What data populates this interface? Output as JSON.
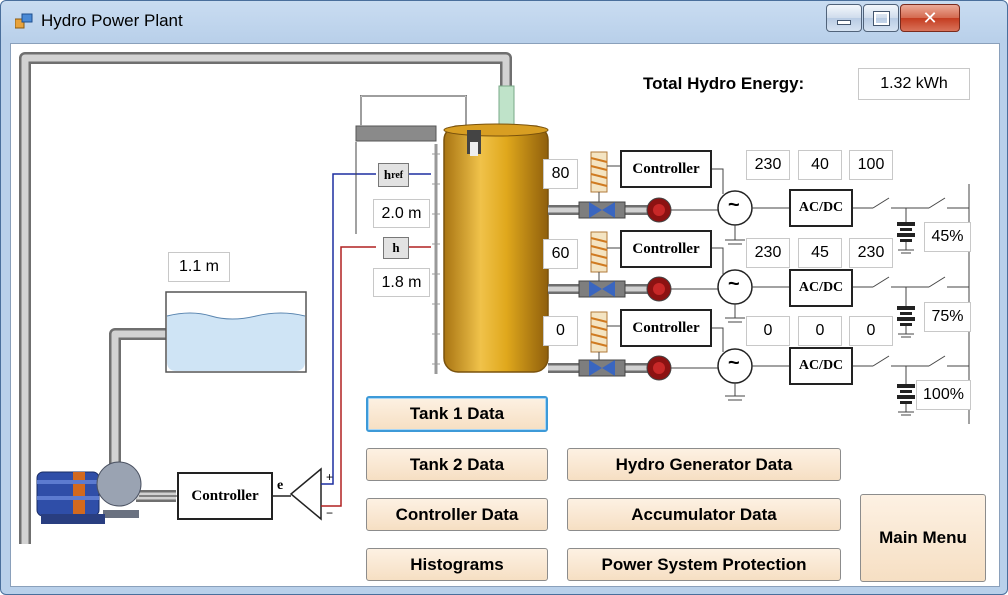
{
  "window": {
    "title": "Hydro Power Plant",
    "controls": [
      "minimize",
      "maximize",
      "close"
    ]
  },
  "energy": {
    "label": "Total Hydro Energy:",
    "value": "1.32 kWh"
  },
  "tank1": {
    "level": "1.1 m"
  },
  "tank2": {
    "href_label": "h",
    "href_sub": "ref",
    "href_value": "2.0 m",
    "h_label": "h",
    "h_value": "1.8 m"
  },
  "pump_controller": {
    "label": "Controller",
    "error_label": "e",
    "plus": "+",
    "minus": "−"
  },
  "turbines": [
    {
      "valve": "80",
      "controller": "Controller",
      "v1": "230",
      "v2": "40",
      "v3": "100",
      "converter": "AC/DC",
      "acc": "45%"
    },
    {
      "valve": "60",
      "controller": "Controller",
      "v1": "230",
      "v2": "45",
      "v3": "230",
      "converter": "AC/DC",
      "acc": "75%"
    },
    {
      "valve": "0",
      "controller": "Controller",
      "v1": "0",
      "v2": "0",
      "v3": "0",
      "converter": "AC/DC",
      "acc": "100%"
    }
  ],
  "generator_symbol": "~",
  "buttons": {
    "tank1": "Tank 1 Data",
    "tank2": "Tank 2 Data",
    "controller": "Controller Data",
    "histograms": "Histograms",
    "generator": "Hydro Generator Data",
    "accumulator": "Accumulator Data",
    "protection": "Power System Protection",
    "main_menu": "Main Menu"
  },
  "colors": {
    "tank2_fill": "#e0a81c",
    "water": "#cfe4f5",
    "pipe": "#b5b5b5",
    "signal_blue": "#1d2fa0",
    "signal_red": "#b02020",
    "button_bg": "#f8e4cc",
    "focus_border": "#3d9ad8",
    "lamp": "#b01818"
  }
}
